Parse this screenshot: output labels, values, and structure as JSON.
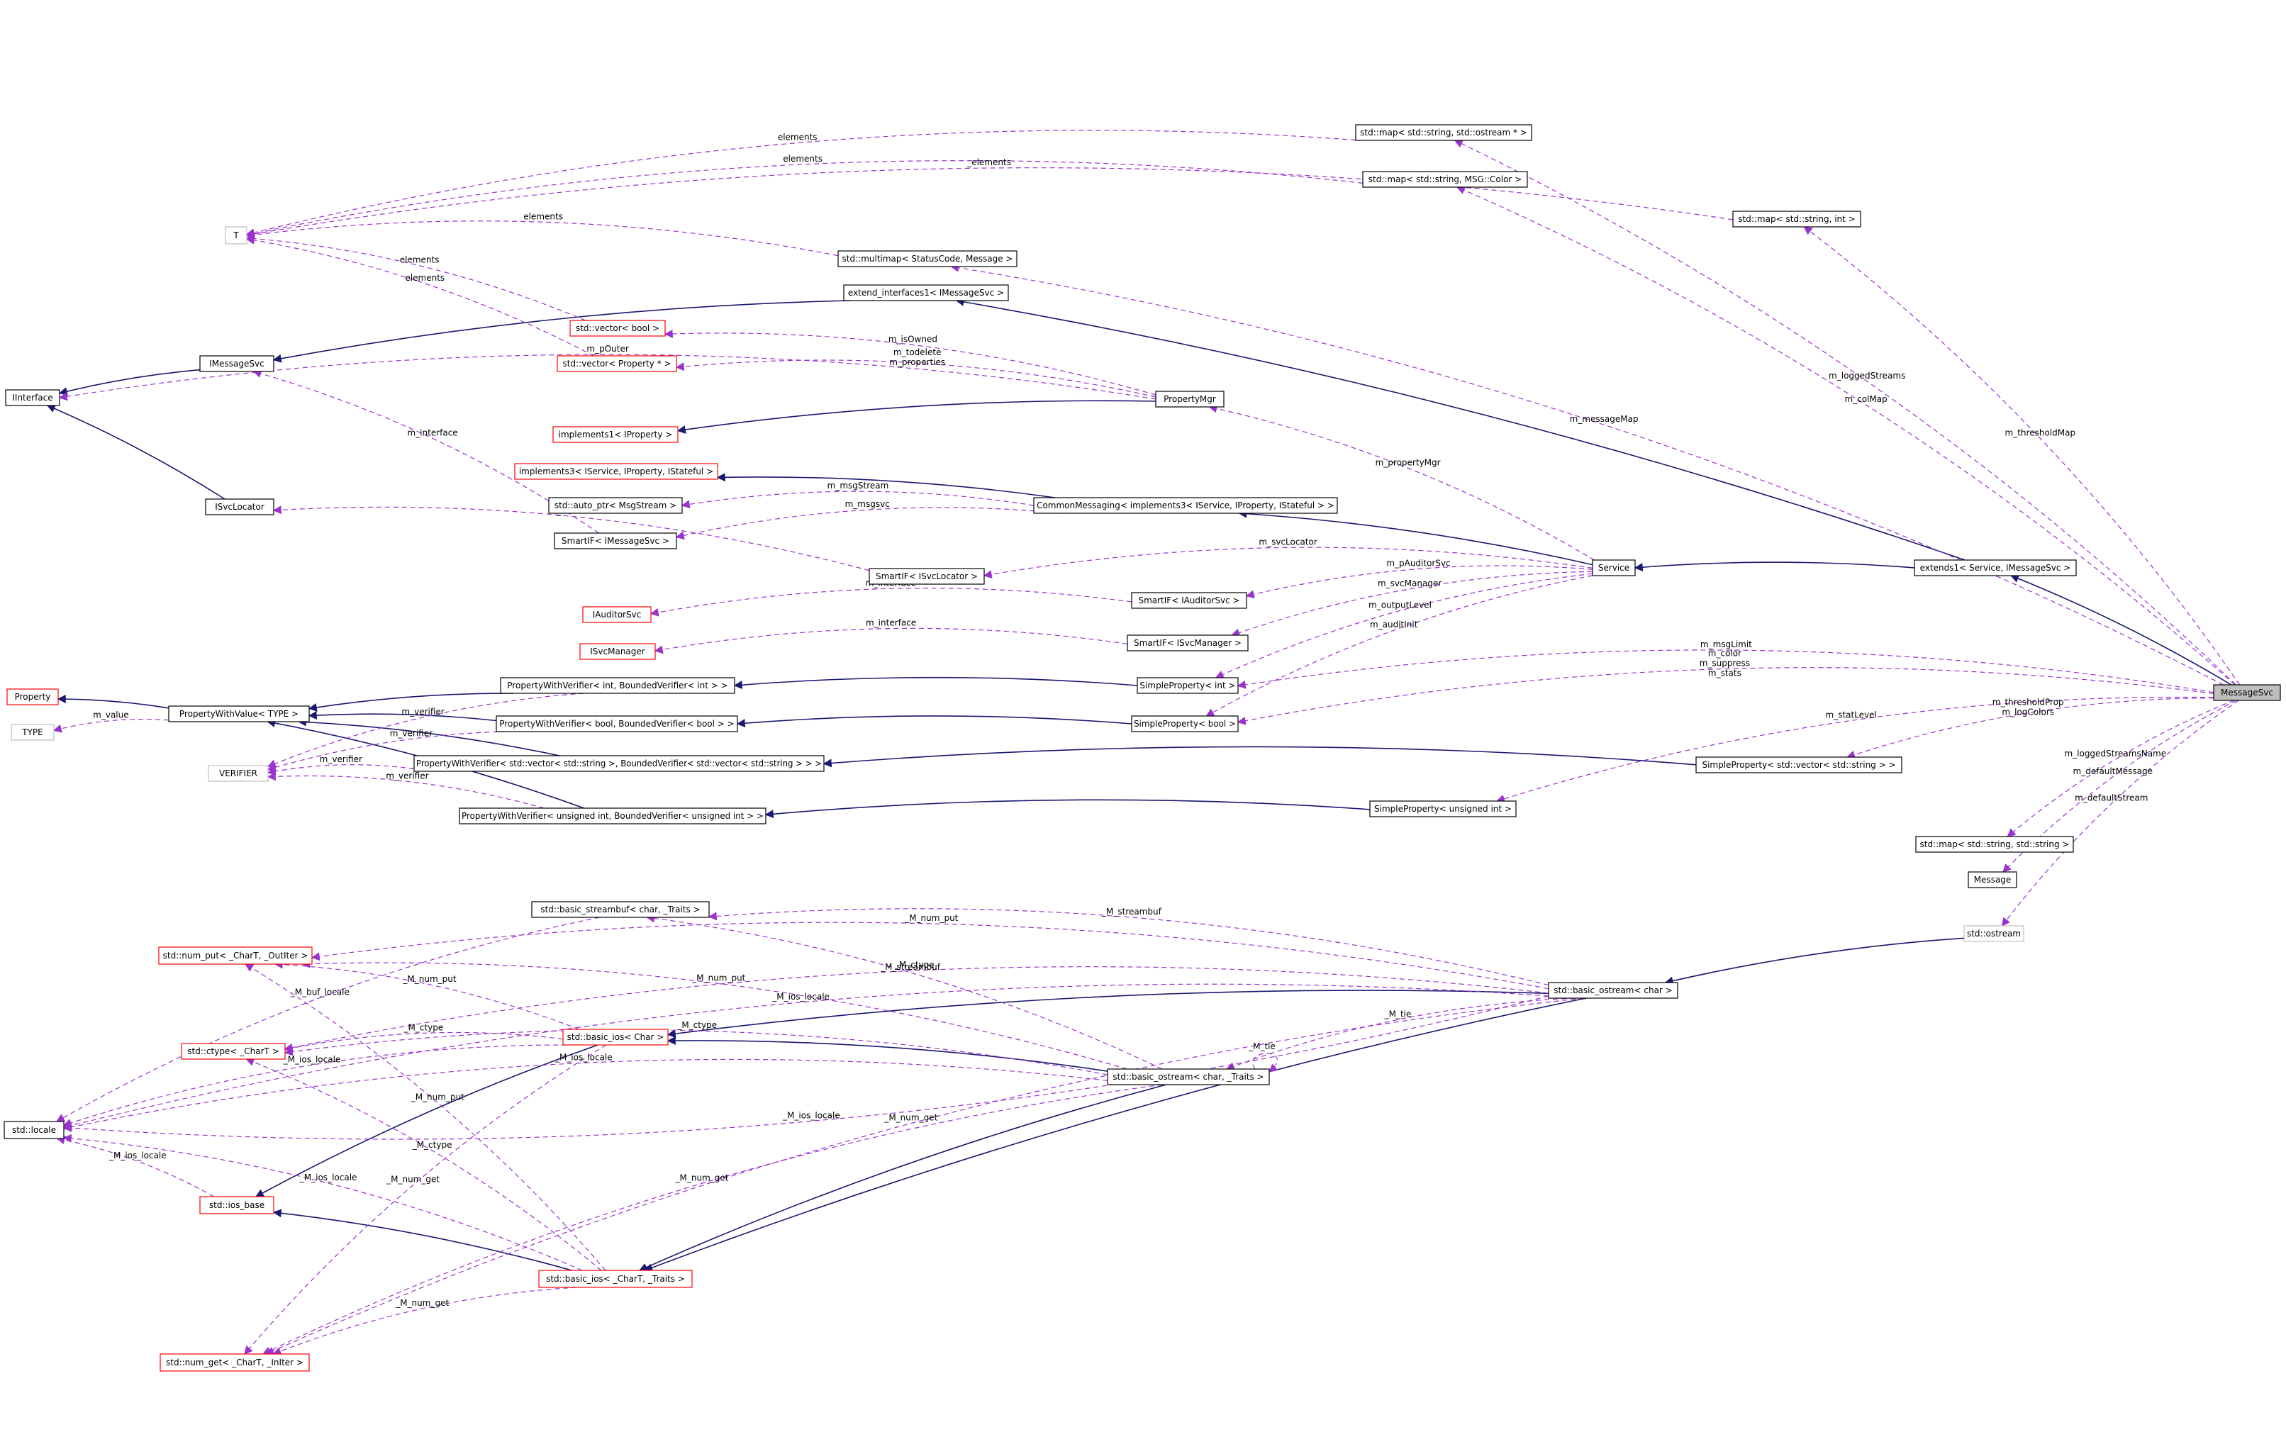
{
  "colors": {
    "background": "#ffffff",
    "inherit_edge": "#191970",
    "usage_edge": "#9a32cd",
    "box_black": "#000000",
    "box_red": "#ff0000",
    "box_grey": "#bfbfbf",
    "highlight_fill": "#bfbfbf"
  },
  "nodes": [
    {
      "id": "MessageSvc",
      "label": "MessageSvc",
      "border": "black",
      "highlight": true
    },
    {
      "id": "extends1",
      "label": "extends1< Service, IMessageSvc >",
      "border": "black"
    },
    {
      "id": "Service",
      "label": "Service",
      "border": "black"
    },
    {
      "id": "CommonMessaging",
      "label": "CommonMessaging< implements3< IService, IProperty, IStateful > >",
      "border": "black"
    },
    {
      "id": "implements3",
      "label": "implements3< IService, IProperty, IStateful >",
      "border": "red"
    },
    {
      "id": "autoptrMsg",
      "label": "std::auto_ptr< MsgStream >",
      "border": "black"
    },
    {
      "id": "SmartIFMsg",
      "label": "SmartIF< IMessageSvc >",
      "border": "black"
    },
    {
      "id": "IMessageSvc",
      "label": "IMessageSvc",
      "border": "black"
    },
    {
      "id": "IInterface",
      "label": "IInterface",
      "border": "black"
    },
    {
      "id": "ISvcLocator",
      "label": "ISvcLocator",
      "border": "black"
    },
    {
      "id": "extendIf",
      "label": "extend_interfaces1< IMessageSvc >",
      "border": "black"
    },
    {
      "id": "T",
      "label": "T",
      "border": "grey"
    },
    {
      "id": "mapOstream",
      "label": "std::map< std::string, std::ostream * >",
      "border": "black"
    },
    {
      "id": "mapColor",
      "label": "std::map< std::string, MSG::Color >",
      "border": "black"
    },
    {
      "id": "mapInt",
      "label": "std::map< std::string, int >",
      "border": "black"
    },
    {
      "id": "multimap",
      "label": "std::multimap< StatusCode, Message >",
      "border": "black"
    },
    {
      "id": "vecBool",
      "label": "std::vector< bool >",
      "border": "red"
    },
    {
      "id": "vecProp",
      "label": "std::vector< Property * >",
      "border": "red"
    },
    {
      "id": "PropertyMgr",
      "label": "PropertyMgr",
      "border": "black"
    },
    {
      "id": "implements1",
      "label": "implements1< IProperty >",
      "border": "red"
    },
    {
      "id": "SmartIFSvcLoc",
      "label": "SmartIF< ISvcLocator >",
      "border": "black"
    },
    {
      "id": "IAuditorSvc",
      "label": "IAuditorSvc",
      "border": "red"
    },
    {
      "id": "SmartIFAud",
      "label": "SmartIF< IAuditorSvc >",
      "border": "black"
    },
    {
      "id": "ISvcManager",
      "label": "ISvcManager",
      "border": "red"
    },
    {
      "id": "SmartIFSvcMgr",
      "label": "SmartIF< ISvcManager >",
      "border": "black"
    },
    {
      "id": "Property",
      "label": "Property",
      "border": "red"
    },
    {
      "id": "PropertyWithValue",
      "label": "PropertyWithValue< TYPE >",
      "border": "black"
    },
    {
      "id": "TYPE",
      "label": "TYPE",
      "border": "grey"
    },
    {
      "id": "VERIFIER",
      "label": "VERIFIER",
      "border": "grey"
    },
    {
      "id": "PWVint",
      "label": "PropertyWithVerifier< int, BoundedVerifier< int > >",
      "border": "black"
    },
    {
      "id": "SPint",
      "label": "SimpleProperty< int >",
      "border": "black"
    },
    {
      "id": "PWVbool",
      "label": "PropertyWithVerifier< bool, BoundedVerifier< bool > >",
      "border": "black"
    },
    {
      "id": "SPbool",
      "label": "SimpleProperty< bool >",
      "border": "black"
    },
    {
      "id": "PWVvec",
      "label": "PropertyWithVerifier< std::vector< std::string >, BoundedVerifier< std::vector< std::string > > >",
      "border": "black"
    },
    {
      "id": "SPvec",
      "label": "SimpleProperty< std::vector< std::string > >",
      "border": "black"
    },
    {
      "id": "PWVuint",
      "label": "PropertyWithVerifier< unsigned int, BoundedVerifier< unsigned int > >",
      "border": "black"
    },
    {
      "id": "SPuint",
      "label": "SimpleProperty< unsigned int >",
      "border": "black"
    },
    {
      "id": "mapStrStr",
      "label": "std::map< std::string, std::string >",
      "border": "black"
    },
    {
      "id": "Message",
      "label": "Message",
      "border": "black"
    },
    {
      "id": "ostream",
      "label": "std::ostream",
      "border": "grey"
    },
    {
      "id": "basicOstreamChar",
      "label": "std::basic_ostream< char >",
      "border": "black"
    },
    {
      "id": "basicStreambuf",
      "label": "std::basic_streambuf< char, _Traits >",
      "border": "black"
    },
    {
      "id": "numPut",
      "label": "std::num_put< _CharT, _OutIter >",
      "border": "red"
    },
    {
      "id": "basicIosChar",
      "label": "std::basic_ios< Char >",
      "border": "red"
    },
    {
      "id": "ctype",
      "label": "std::ctype< _CharT >",
      "border": "red"
    },
    {
      "id": "basicOstreamTraits",
      "label": "std::basic_ostream< char, _Traits >",
      "border": "black"
    },
    {
      "id": "locale",
      "label": "std::locale",
      "border": "black"
    },
    {
      "id": "iosBase",
      "label": "std::ios_base",
      "border": "red"
    },
    {
      "id": "basicIosTraits",
      "label": "std::basic_ios< _CharT, _Traits >",
      "border": "red"
    },
    {
      "id": "numGet",
      "label": "std::num_get< _CharT, _InIter >",
      "border": "red"
    }
  ],
  "edges": [
    {
      "kind": "inherit",
      "from": "MessageSvc",
      "to": "extends1"
    },
    {
      "kind": "inherit",
      "from": "extends1",
      "to": "Service"
    },
    {
      "kind": "inherit",
      "from": "extends1",
      "to": "extendIf"
    },
    {
      "kind": "inherit",
      "from": "Service",
      "to": "CommonMessaging"
    },
    {
      "kind": "inherit",
      "from": "CommonMessaging",
      "to": "implements3"
    },
    {
      "kind": "inherit",
      "from": "extendIf",
      "to": "IMessageSvc"
    },
    {
      "kind": "inherit",
      "from": "IMessageSvc",
      "to": "IInterface"
    },
    {
      "kind": "inherit",
      "from": "ISvcLocator",
      "to": "IInterface"
    },
    {
      "kind": "inherit",
      "from": "PropertyMgr",
      "to": "implements1"
    },
    {
      "kind": "inherit",
      "from": "PropertyWithValue",
      "to": "Property"
    },
    {
      "kind": "inherit",
      "from": "PWVint",
      "to": "PropertyWithValue"
    },
    {
      "kind": "inherit",
      "from": "PWVbool",
      "to": "PropertyWithValue"
    },
    {
      "kind": "inherit",
      "from": "PWVvec",
      "to": "PropertyWithValue"
    },
    {
      "kind": "inherit",
      "from": "PWVuint",
      "to": "PropertyWithValue"
    },
    {
      "kind": "inherit",
      "from": "SPint",
      "to": "PWVint"
    },
    {
      "kind": "inherit",
      "from": "SPbool",
      "to": "PWVbool"
    },
    {
      "kind": "inherit",
      "from": "SPvec",
      "to": "PWVvec"
    },
    {
      "kind": "inherit",
      "from": "SPuint",
      "to": "PWVuint"
    },
    {
      "kind": "inherit",
      "from": "ostream",
      "to": "basicOstreamChar"
    },
    {
      "kind": "inherit",
      "from": "basicOstreamChar",
      "to": "basicIosChar"
    },
    {
      "kind": "inherit",
      "from": "basicOstreamChar",
      "to": "basicIosTraits"
    },
    {
      "kind": "inherit",
      "from": "basicOstreamTraits",
      "to": "basicIosChar"
    },
    {
      "kind": "inherit",
      "from": "basicOstreamTraits",
      "to": "basicIosTraits"
    },
    {
      "kind": "inherit",
      "from": "basicIosChar",
      "to": "iosBase"
    },
    {
      "kind": "inherit",
      "from": "basicIosTraits",
      "to": "iosBase"
    },
    {
      "kind": "use",
      "from": "MessageSvc",
      "to": "mapOstream",
      "label": "m_loggedStreams"
    },
    {
      "kind": "use",
      "from": "MessageSvc",
      "to": "mapColor",
      "label": "m_colMap"
    },
    {
      "kind": "use",
      "from": "MessageSvc",
      "to": "mapInt",
      "label": "m_thresholdMap"
    },
    {
      "kind": "use",
      "from": "MessageSvc",
      "to": "multimap",
      "label": "m_messageMap"
    },
    {
      "kind": "use",
      "from": "MessageSvc",
      "to": "SPint",
      "label": "m_msgLimit"
    },
    {
      "kind": "use",
      "from": "MessageSvc",
      "to": "SPbool",
      "label": "m_color\nm_suppress\nm_stats"
    },
    {
      "kind": "use",
      "from": "MessageSvc",
      "to": "SPvec",
      "label": "m_thresholdProp\nm_logColors"
    },
    {
      "kind": "use",
      "from": "MessageSvc",
      "to": "SPuint",
      "label": "m_statLevel"
    },
    {
      "kind": "use",
      "from": "MessageSvc",
      "to": "mapStrStr",
      "label": "m_loggedStreamsName"
    },
    {
      "kind": "use",
      "from": "MessageSvc",
      "to": "Message",
      "label": "m_defaultMessage"
    },
    {
      "kind": "use",
      "from": "MessageSvc",
      "to": "ostream",
      "label": "m_defaultStream"
    },
    {
      "kind": "use",
      "from": "mapOstream",
      "to": "T",
      "label": "elements"
    },
    {
      "kind": "use",
      "from": "mapColor",
      "to": "T",
      "label": "elements"
    },
    {
      "kind": "use",
      "from": "mapInt",
      "to": "T",
      "label": "_elements"
    },
    {
      "kind": "use",
      "from": "multimap",
      "to": "T",
      "label": "elements"
    },
    {
      "kind": "use",
      "from": "vecBool",
      "to": "T",
      "label": "elements"
    },
    {
      "kind": "use",
      "from": "vecProp",
      "to": "T",
      "label": "elements"
    },
    {
      "kind": "use",
      "from": "PropertyMgr",
      "to": "vecBool",
      "label": "m_isOwned"
    },
    {
      "kind": "use",
      "from": "PropertyMgr",
      "to": "vecProp",
      "label": "m_todelete\nm_properties"
    },
    {
      "kind": "use",
      "from": "PropertyMgr",
      "to": "IInterface",
      "label": "m_pOuter"
    },
    {
      "kind": "use",
      "from": "Service",
      "to": "PropertyMgr",
      "label": "m_propertyMgr"
    },
    {
      "kind": "use",
      "from": "CommonMessaging",
      "to": "autoptrMsg",
      "label": "m_msgStream"
    },
    {
      "kind": "use",
      "from": "CommonMessaging",
      "to": "SmartIFMsg",
      "label": "m_msgsvc"
    },
    {
      "kind": "use",
      "from": "SmartIFMsg",
      "to": "IMessageSvc",
      "label": "m_interface"
    },
    {
      "kind": "use",
      "from": "Service",
      "to": "SmartIFSvcLoc",
      "label": "m_svcLocator"
    },
    {
      "kind": "use",
      "from": "SmartIFSvcLoc",
      "to": "ISvcLocator",
      "label": "m_interface"
    },
    {
      "kind": "use",
      "from": "Service",
      "to": "SmartIFAud",
      "label": "m_pAuditorSvc"
    },
    {
      "kind": "use",
      "from": "SmartIFAud",
      "to": "IAuditorSvc",
      "label": "m_interface"
    },
    {
      "kind": "use",
      "from": "Service",
      "to": "SmartIFSvcMgr",
      "label": "m_svcManager"
    },
    {
      "kind": "use",
      "from": "SmartIFSvcMgr",
      "to": "ISvcManager",
      "label": "m_interface"
    },
    {
      "kind": "use",
      "from": "Service",
      "to": "SPint",
      "label": "m_outputLevel"
    },
    {
      "kind": "use",
      "from": "Service",
      "to": "SPbool",
      "label": "m_auditInit"
    },
    {
      "kind": "use",
      "from": "PropertyWithValue",
      "to": "TYPE",
      "label": "m_value"
    },
    {
      "kind": "use",
      "from": "PWVint",
      "to": "VERIFIER",
      "label": "m_verifier"
    },
    {
      "kind": "use",
      "from": "PWVbool",
      "to": "VERIFIER",
      "label": "m_verifier"
    },
    {
      "kind": "use",
      "from": "PWVvec",
      "to": "VERIFIER",
      "label": "m_verifier"
    },
    {
      "kind": "use",
      "from": "PWVuint",
      "to": "VERIFIER",
      "label": "m_verifier"
    },
    {
      "kind": "use",
      "from": "basicOstreamChar",
      "to": "numPut",
      "label": "_M_num_put"
    },
    {
      "kind": "use",
      "from": "basicOstreamChar",
      "to": "basicStreambuf",
      "label": "_M_streambuf"
    },
    {
      "kind": "use",
      "from": "basicOstreamChar",
      "to": "ctype",
      "label": "_M_ctype"
    },
    {
      "kind": "use",
      "from": "basicOstreamChar",
      "to": "basicOstreamTraits",
      "label": "_M_tie"
    },
    {
      "kind": "use",
      "from": "basicOstreamChar",
      "to": "numGet",
      "label": "_M_num_get"
    },
    {
      "kind": "use",
      "from": "basicOstreamChar",
      "to": "locale",
      "label": "_M_ios_locale"
    },
    {
      "kind": "use",
      "from": "basicStreambuf",
      "to": "locale",
      "label": "_M_buf_locale"
    },
    {
      "kind": "use",
      "from": "basicOstreamTraits",
      "to": "numPut",
      "label": "_M_num_put"
    },
    {
      "kind": "use",
      "from": "basicOstreamTraits",
      "to": "basicStreambuf",
      "label": "_M_streambuf"
    },
    {
      "kind": "use",
      "from": "basicOstreamTraits",
      "to": "basicOstreamTraits",
      "label": "_M_tie"
    },
    {
      "kind": "use",
      "from": "basicIosChar",
      "to": "numPut",
      "label": "_M_num_put"
    },
    {
      "kind": "use",
      "from": "basicIosChar",
      "to": "ctype",
      "label": "_M_ctype"
    },
    {
      "kind": "use",
      "from": "basicOstreamTraits",
      "to": "ctype",
      "label": "_M_ctype"
    },
    {
      "kind": "use",
      "from": "basicIosChar",
      "to": "locale",
      "label": "_M_ios_locale"
    },
    {
      "kind": "use",
      "from": "basicOstreamTraits",
      "to": "locale",
      "label": "_M_ios_locale"
    },
    {
      "kind": "use",
      "from": "basicIosTraits",
      "to": "numPut",
      "label": "_M_num_put"
    },
    {
      "kind": "use",
      "from": "basicIosTraits",
      "to": "ctype",
      "label": "_M_ctype"
    },
    {
      "kind": "use",
      "from": "basicIosTraits",
      "to": "numGet",
      "label": "_M_num_get"
    },
    {
      "kind": "use",
      "from": "iosBase",
      "to": "locale",
      "label": "_M_ios_locale"
    },
    {
      "kind": "use",
      "from": "basicIosTraits",
      "to": "locale",
      "label": "_M_ios_locale"
    },
    {
      "kind": "use",
      "from": "basicIosChar",
      "to": "numGet",
      "label": "_M_num_get"
    },
    {
      "kind": "use",
      "from": "basicOstreamTraits",
      "to": "numGet",
      "label": "_M_num_get"
    },
    {
      "kind": "use",
      "from": "basicOstreamChar",
      "to": "locale",
      "label": "_M_ios_locale"
    }
  ]
}
